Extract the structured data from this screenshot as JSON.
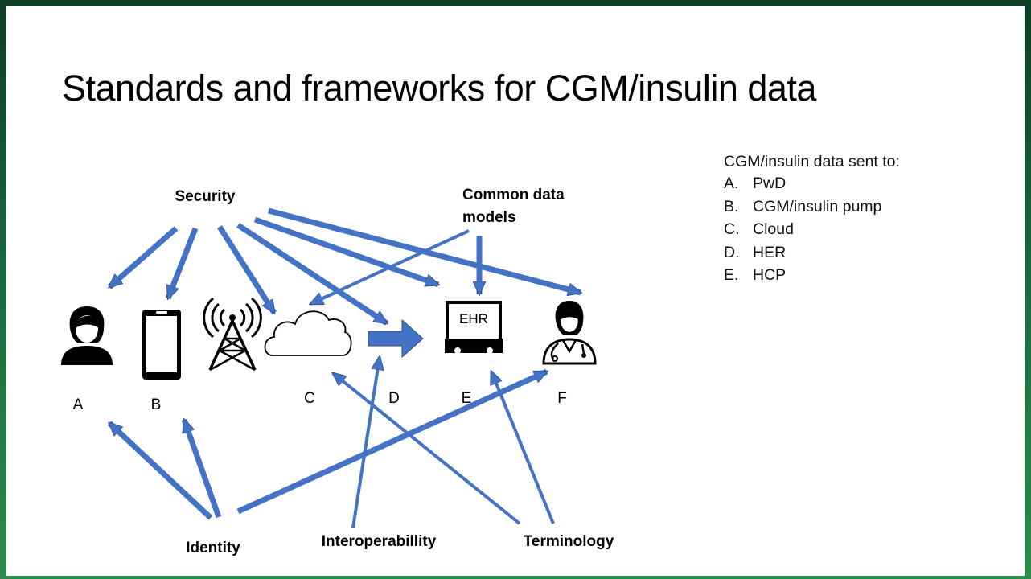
{
  "slide": {
    "title": "Standards and frameworks for CGM/insulin data"
  },
  "legend": {
    "heading": "CGM/insulin data sent to:",
    "items": [
      {
        "letter": "A.",
        "text": "PwD"
      },
      {
        "letter": "B.",
        "text": "CGM/insulin pump"
      },
      {
        "letter": "C.",
        "text": "Cloud"
      },
      {
        "letter": "D.",
        "text": "HER"
      },
      {
        "letter": "E.",
        "text": "HCP"
      }
    ]
  },
  "diagram": {
    "frameworks": {
      "security": "Security",
      "common_data_models_line1": "Common data",
      "common_data_models_line2": "models",
      "identity": "Identity",
      "interoperability": "Interoperabillity",
      "terminology": "Terminology"
    },
    "icon_labels": {
      "a": "A",
      "b": "B",
      "c": "C",
      "d": "D",
      "e": "E",
      "f": "F"
    },
    "ehr_screen_text": "EHR",
    "icons": {
      "a": "person-icon",
      "b": "smartphone-icon",
      "tower": "cell-tower-icon",
      "c": "cloud-icon",
      "d": "arrow-right-icon",
      "e": "ehr-monitor-icon",
      "f": "doctor-icon"
    },
    "arrow_color": "#4472c4",
    "arrow_outline": "#2f4f8f"
  }
}
